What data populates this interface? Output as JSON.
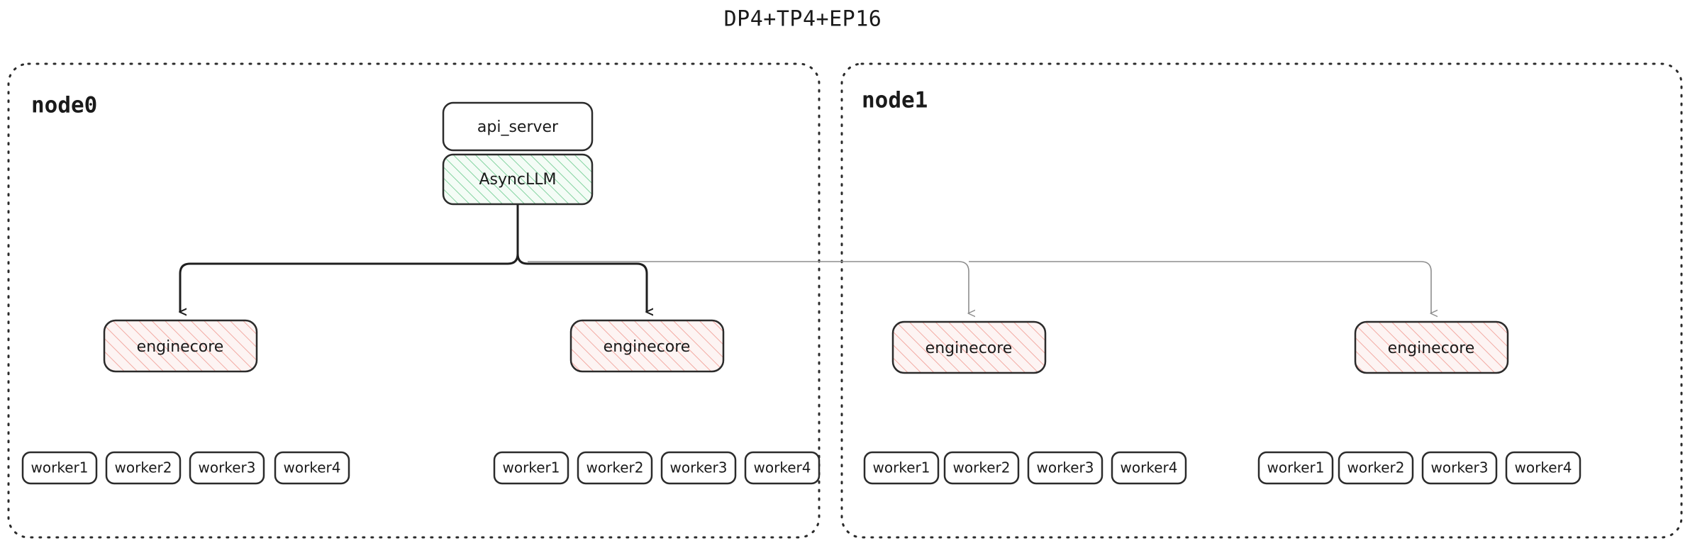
{
  "title": "DP4+TP4+EP16",
  "colors": {
    "ink": "#1f1f1f",
    "container_stroke": "#2b2b2b",
    "green_hatch": "#7fd19c",
    "green_fill": "#f3fbf5",
    "pink_hatch": "#f0a7a0",
    "pink_fill": "#fdf3f2",
    "remote_edge": "#8d8d8d",
    "box_fill": "#ffffff"
  },
  "nodes": [
    {
      "id": "node0",
      "label": "node0",
      "top_boxes": [
        {
          "id": "api_server",
          "label": "api_server",
          "style": "plain"
        },
        {
          "id": "asyncllm",
          "label": "AsyncLLM",
          "style": "green-hatch"
        }
      ],
      "enginecores": [
        {
          "id": "node0-ec0",
          "label": "enginecore",
          "style": "pink-hatch"
        },
        {
          "id": "node0-ec1",
          "label": "enginecore",
          "style": "pink-hatch"
        }
      ],
      "worker_groups": [
        {
          "id": "node0-ec0-workers",
          "workers": [
            "worker1",
            "worker2",
            "worker3",
            "worker4"
          ]
        },
        {
          "id": "node0-ec1-workers",
          "workers": [
            "worker1",
            "worker2",
            "worker3",
            "worker4"
          ]
        }
      ]
    },
    {
      "id": "node1",
      "label": "node1",
      "top_boxes": [],
      "enginecores": [
        {
          "id": "node1-ec0",
          "label": "enginecore",
          "style": "pink-hatch"
        },
        {
          "id": "node1-ec1",
          "label": "enginecore",
          "style": "pink-hatch"
        }
      ],
      "worker_groups": [
        {
          "id": "node1-ec0-workers",
          "workers": [
            "worker1",
            "worker2",
            "worker3",
            "worker4"
          ]
        },
        {
          "id": "node1-ec1-workers",
          "workers": [
            "worker1",
            "worker2",
            "worker3",
            "worker4"
          ]
        }
      ]
    }
  ],
  "edges": [
    {
      "from": "asyncllm",
      "to": "node0-ec0",
      "kind": "local"
    },
    {
      "from": "asyncllm",
      "to": "node0-ec1",
      "kind": "local"
    },
    {
      "from": "asyncllm",
      "to": "node1-ec0",
      "kind": "remote"
    },
    {
      "from": "asyncllm",
      "to": "node1-ec1",
      "kind": "remote"
    }
  ]
}
